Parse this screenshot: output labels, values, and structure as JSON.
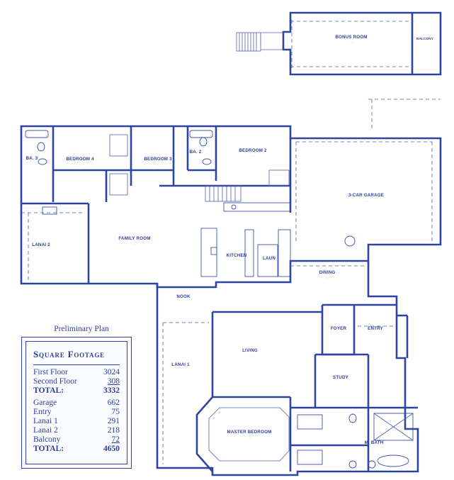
{
  "rooms": {
    "bonus_room": "BONUS ROOM",
    "balcony": "BALCONY",
    "ba3": "BA. 3",
    "bedroom4": "BEDROOM 4",
    "bedroom3": "BEDROOM 3",
    "ba2": "BA. 2",
    "bedroom2": "BEDROOM 2",
    "garage": "3-CAR GARAGE",
    "lanai2": "LANAI 2",
    "family_room": "FAMILY ROOM",
    "kitchen": "KITCHEN",
    "laun": "LAUN",
    "dining": "DINING",
    "nook": "NOOK",
    "foyer": "FOYER",
    "entry": "ENTRY",
    "lanai1": "LANAI 1",
    "living": "LIVING",
    "study": "STUDY",
    "master_bedroom": "MASTER BEDROOM",
    "m_bath": "M. BATH"
  },
  "panel": {
    "preliminary": "Preliminary Plan",
    "title": "Square Footage",
    "first_floor_label": "First Floor",
    "first_floor_value": "3024",
    "second_floor_label": "Second Floor",
    "second_floor_value": "308",
    "total1_label": "TOTAL:",
    "total1_value": "3332",
    "garage_label": "Garage",
    "garage_value": "662",
    "entry_label": "Entry",
    "entry_value": "75",
    "lanai1_label": "Lanai 1",
    "lanai1_value": "291",
    "lanai2_label": "Lanai 2",
    "lanai2_value": "218",
    "balcony_label": "Balcony",
    "balcony_value": "72",
    "total2_label": "TOTAL:",
    "total2_value": "4650"
  },
  "colors": {
    "ink": "#2b3f93",
    "wall": "#2f44a0",
    "paper": "#ffffff"
  }
}
